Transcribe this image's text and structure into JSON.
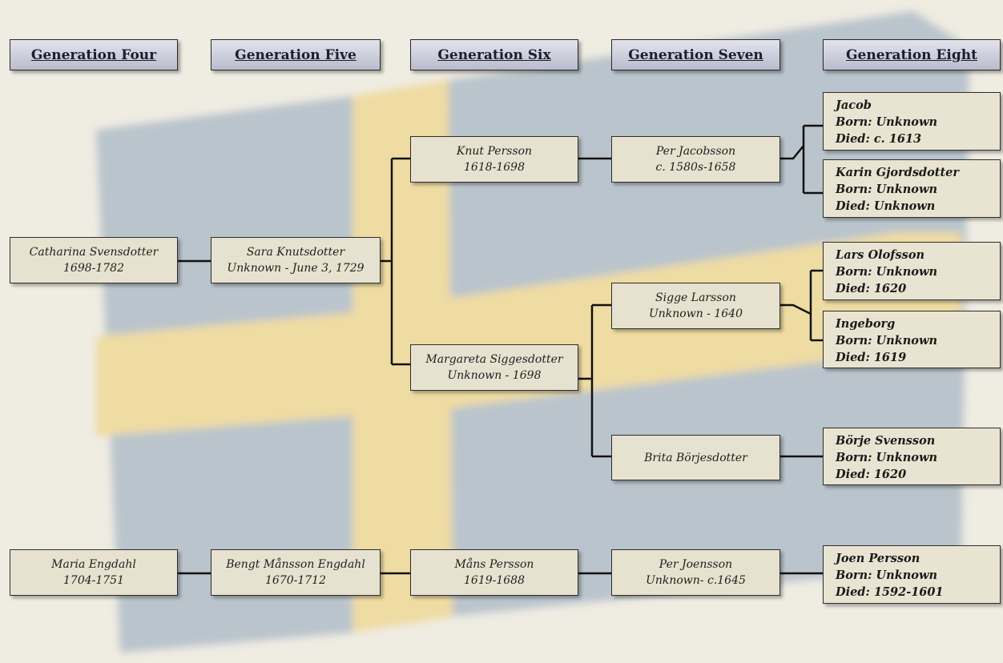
{
  "headers": {
    "gen4": "Generation Four",
    "gen5": "Generation Five",
    "gen6": "Generation Six",
    "gen7": "Generation Seven",
    "gen8": "Generation Eight"
  },
  "people": {
    "catharina": {
      "name": "Catharina Svensdotter",
      "dates": "1698-1782"
    },
    "sara": {
      "name": "Sara Knutsdotter",
      "dates": "Unknown - June 3, 1729"
    },
    "knut": {
      "name": "Knut Persson",
      "dates": "1618-1698"
    },
    "margareta": {
      "name": "Margareta Siggesdotter",
      "dates": "Unknown - 1698"
    },
    "per_jacobsson": {
      "name": "Per Jacobsson",
      "dates": "c. 1580s-1658"
    },
    "sigge": {
      "name": "Sigge Larsson",
      "dates": "Unknown - 1640"
    },
    "brita": {
      "name": "Brita Börjesdotter"
    },
    "maria": {
      "name": "Maria Engdahl",
      "dates": "1704-1751"
    },
    "bengt": {
      "name": "Bengt Månsson Engdahl",
      "dates": "1670-1712"
    },
    "mans": {
      "name": "Måns Persson",
      "dates": "1619-1688"
    },
    "per_joensson": {
      "name": "Per Joensson",
      "dates": "Unknown- c.1645"
    }
  },
  "ancestors": {
    "jacob": {
      "name": "Jacob",
      "born": "Born: Unknown",
      "died": "Died: c. 1613"
    },
    "karin": {
      "name": "Karin Gjordsdotter",
      "born": "Born: Unknown",
      "died": "Died: Unknown"
    },
    "lars": {
      "name": "Lars Olofsson",
      "born": "Born: Unknown",
      "died": "Died: 1620"
    },
    "ingeborg": {
      "name": "Ingeborg",
      "born": "Born: Unknown",
      "died": "Died: 1619"
    },
    "borje": {
      "name": "Börje Svensson",
      "born": "Born: Unknown",
      "died": "Died: 1620"
    },
    "joen": {
      "name": "Joen Persson",
      "born": "Born: Unknown",
      "died": "Died: 1592-1601"
    }
  },
  "colors": {
    "background": "#efece2",
    "flag_blue": "#b8c3cb",
    "flag_yellow": "#f0dda4",
    "box_fill": "#e7e2cf",
    "header_fill": "#c9cbd9",
    "line": "#111111"
  }
}
